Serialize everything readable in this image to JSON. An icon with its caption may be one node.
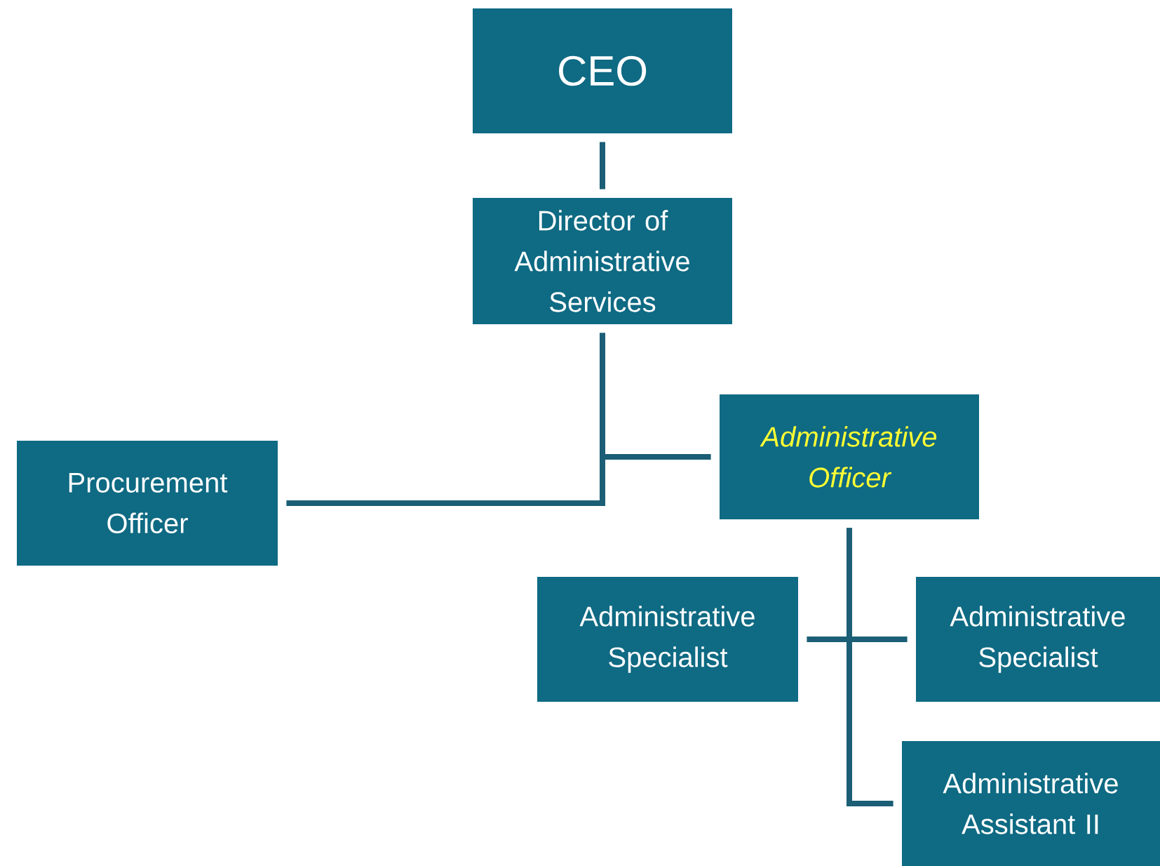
{
  "diagram": {
    "nodes": [
      {
        "text": [
          "CEO"
        ]
      },
      {
        "text": [
          "Director of Administrative Services"
        ]
      },
      {
        "text": [
          "Administrative Officer"
        ]
      },
      {
        "text": [
          "Procurement Officer"
        ]
      },
      {
        "text": [
          "Administrative Specialist"
        ]
      },
      {
        "text": [
          "Administrative Specialist"
        ]
      },
      {
        "text": [
          "Administrative Assistant II"
        ]
      }
    ],
    "edges": [
      {
        "from": 0,
        "to": 1,
        "arrow": "none"
      },
      {
        "from": 1,
        "to": 2,
        "arrow": "none"
      },
      {
        "from": 1,
        "to": 3,
        "arrow": "none"
      },
      {
        "from": 2,
        "to": 4,
        "arrow": "none"
      },
      {
        "from": 2,
        "to": 5,
        "arrow": "none"
      },
      {
        "from": 2,
        "to": 6,
        "arrow": "none"
      }
    ]
  }
}
